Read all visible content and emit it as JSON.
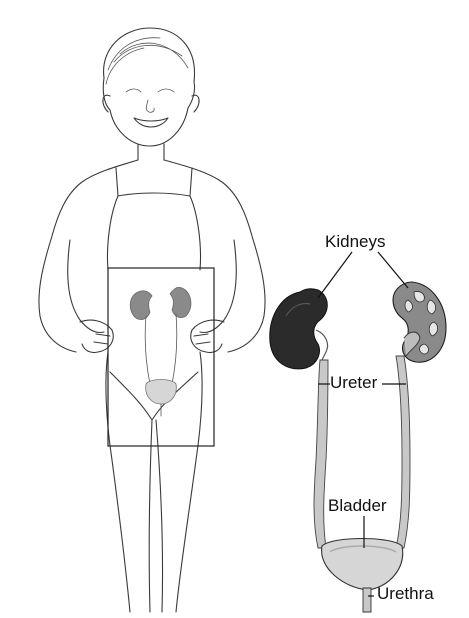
{
  "labels": {
    "kidneys": "Kidneys",
    "ureter": "Ureter",
    "bladder": "Bladder",
    "urethra": "Urethra"
  },
  "colors": {
    "kidney_dark": "#2b2b2b",
    "kidney_cut": "#8a8a8a",
    "bladder_fill": "#d6d6d6",
    "ureter_fill": "#c8c8c8",
    "outline": "#3a3a3a"
  }
}
